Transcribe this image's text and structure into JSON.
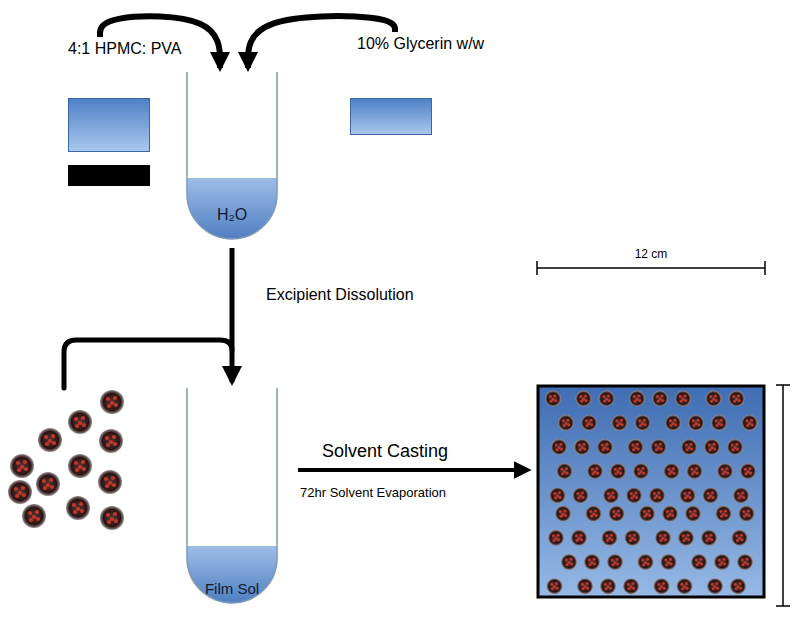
{
  "diagram": {
    "nodes": [
      {
        "text": [
          "4:1 HPMC: PVA"
        ]
      },
      {
        "text": [
          "10% Glycerin w/w"
        ]
      },
      {
        "text": [
          "H₂O"
        ]
      },
      {
        "text": [
          "Film Sol"
        ]
      }
    ],
    "edges": [
      {
        "from": 0,
        "to": 2,
        "arrow": "to"
      },
      {
        "from": 1,
        "to": 2,
        "arrow": "to"
      },
      {
        "from": 2,
        "to": 3,
        "label": "Excipient Dissolution",
        "arrow": "to"
      }
    ],
    "labels": [
      "Solvent Casting",
      "72hr Solvent Evaporation",
      "12 cm"
    ]
  }
}
